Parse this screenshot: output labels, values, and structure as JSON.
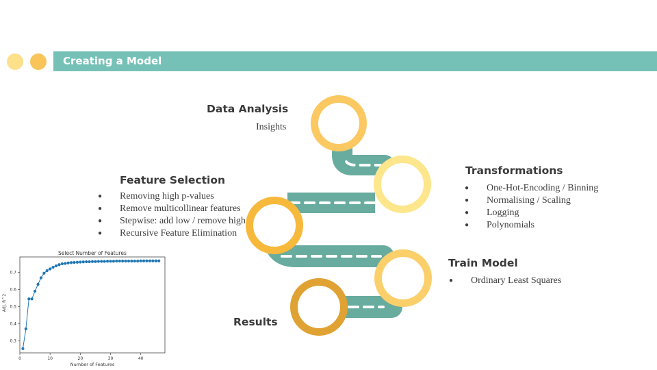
{
  "header": {
    "title": "Creating a Model"
  },
  "colors": {
    "header_bar": "#76c1b7",
    "road": "#68ab9f",
    "dot_left": "#fde08a",
    "dot_right": "#f9c45a",
    "ring_data_analysis": "#fbc862",
    "ring_transformations": "#fde68c",
    "ring_feature_selection": "#f7b93b",
    "ring_train_model": "#fbcf6a",
    "ring_results": "#e0a233",
    "chart_line": "#1f77b4"
  },
  "stages": {
    "data_analysis": {
      "title": "Data Analysis",
      "items": [
        "Insights"
      ]
    },
    "transformations": {
      "title": "Transformations",
      "items": [
        "One-Hot-Encoding / Binning",
        "Normalising / Scaling",
        "Logging",
        "Polynomials"
      ]
    },
    "feature_selection": {
      "title": "Feature Selection",
      "items": [
        "Removing high p-values",
        "Remove multicollinear features",
        "Stepwise: add low / remove high",
        "Recursive Feature Elimination"
      ]
    },
    "train_model": {
      "title": "Train Model",
      "items": [
        "Ordinary Least Squares"
      ]
    },
    "results": {
      "title": "Results"
    }
  },
  "chart_data": {
    "type": "line",
    "title": "Select Number of Features",
    "xlabel": "Number of Features",
    "ylabel": "Adj. R^2",
    "xlim": [
      0,
      48
    ],
    "ylim": [
      0.23,
      0.79
    ],
    "xticks": [
      0,
      10,
      20,
      30,
      40
    ],
    "yticks": [
      0.3,
      0.4,
      0.5,
      0.6,
      0.7
    ],
    "grid": false,
    "markers": true,
    "x": [
      1,
      2,
      3,
      4,
      5,
      6,
      7,
      8,
      9,
      10,
      11,
      12,
      13,
      14,
      15,
      16,
      17,
      18,
      19,
      20,
      21,
      22,
      23,
      24,
      25,
      26,
      27,
      28,
      29,
      30,
      31,
      32,
      33,
      34,
      35,
      36,
      37,
      38,
      39,
      40,
      41,
      42,
      43,
      44,
      45,
      46
    ],
    "y": [
      0.255,
      0.37,
      0.545,
      0.545,
      0.59,
      0.63,
      0.668,
      0.695,
      0.71,
      0.72,
      0.73,
      0.738,
      0.745,
      0.75,
      0.752,
      0.755,
      0.757,
      0.758,
      0.759,
      0.76,
      0.761,
      0.762,
      0.762,
      0.763,
      0.763,
      0.764,
      0.764,
      0.764,
      0.765,
      0.765,
      0.765,
      0.766,
      0.766,
      0.766,
      0.766,
      0.766,
      0.766,
      0.766,
      0.766,
      0.767,
      0.767,
      0.767,
      0.767,
      0.767,
      0.767,
      0.767
    ]
  }
}
